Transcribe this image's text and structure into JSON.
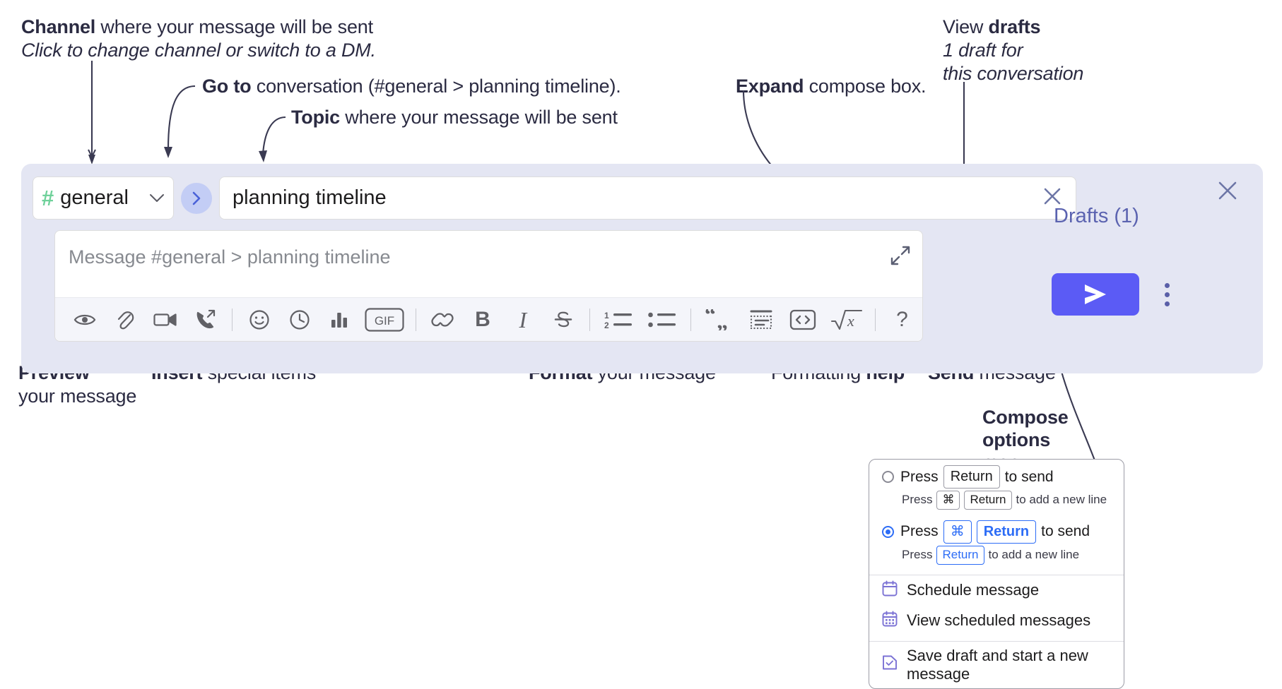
{
  "annotations": {
    "channel": {
      "bold": "Channel",
      "rest": " where your message will be sent",
      "sub": "Click to change channel or switch to a DM."
    },
    "goto": {
      "bold": "Go to",
      "rest": " conversation (#general > planning timeline)."
    },
    "topic": {
      "bold": "Topic",
      "rest": " where your message will be sent"
    },
    "expand": {
      "bold": "Expand",
      "rest": " compose box."
    },
    "drafts": {
      "pre": "View ",
      "bold": "drafts",
      "sub1": "1 draft for",
      "sub2": "this conversation"
    },
    "preview": {
      "bold": "Preview",
      "sub": "your message"
    },
    "insert": {
      "bold": "Insert",
      "rest": " special items"
    },
    "format": {
      "bold": "Format",
      "rest": " your message"
    },
    "help": {
      "pre": "Formatting ",
      "bold": "help"
    },
    "send": {
      "bold": "Send",
      "rest": " message"
    },
    "compose_options": {
      "bold1": "Compose",
      "bold2": "options",
      "rest": "menu"
    }
  },
  "composer": {
    "channel": {
      "hash": "#",
      "name": "general",
      "chevron": "⌄"
    },
    "goto_button": {
      "glyph": "›",
      "name": "go-to-conversation"
    },
    "topic": {
      "value": "planning timeline",
      "clear": "✕"
    },
    "message": {
      "placeholder": "Message #general > planning timeline"
    },
    "panel_close": "✕",
    "drafts_label": "Drafts (1)",
    "toolbar": [
      {
        "name": "preview-icon",
        "label": "Preview"
      },
      {
        "name": "attachment-icon",
        "label": "Attach file"
      },
      {
        "name": "video-icon",
        "label": "Record video clip"
      },
      {
        "name": "audio-call-icon",
        "label": "Record audio clip"
      },
      {
        "name": "separator",
        "label": ""
      },
      {
        "name": "emoji-icon",
        "label": "Emoji"
      },
      {
        "name": "clock-icon",
        "label": "Reminder"
      },
      {
        "name": "poll-icon",
        "label": "Poll"
      },
      {
        "name": "gif-icon",
        "label": "GIF"
      },
      {
        "name": "separator",
        "label": ""
      },
      {
        "name": "link-icon",
        "label": "Link"
      },
      {
        "name": "bold-icon",
        "label": "B"
      },
      {
        "name": "italic-icon",
        "label": "I"
      },
      {
        "name": "strikethrough-icon",
        "label": "S"
      },
      {
        "name": "separator",
        "label": ""
      },
      {
        "name": "ordered-list-icon",
        "label": "Ordered list"
      },
      {
        "name": "bulleted-list-icon",
        "label": "Bulleted list"
      },
      {
        "name": "separator",
        "label": ""
      },
      {
        "name": "blockquote-icon",
        "label": "Blockquote"
      },
      {
        "name": "code-block-icon",
        "label": "Code block"
      },
      {
        "name": "code-icon",
        "label": "Code"
      },
      {
        "name": "math-icon",
        "label": "Math"
      },
      {
        "name": "separator",
        "label": ""
      },
      {
        "name": "help-icon",
        "label": "?"
      }
    ]
  },
  "options_menu": {
    "option1": {
      "press": "Press",
      "key": "Return",
      "to_send": "to send",
      "sub_press": "Press",
      "sub_key1": "⌘",
      "sub_key2": "Return",
      "sub_rest": "to add a new line",
      "selected": false
    },
    "option2": {
      "press": "Press",
      "key1": "⌘",
      "key2": "Return",
      "to_send": "to send",
      "sub_press": "Press",
      "sub_key": "Return",
      "sub_rest": "to add a new line",
      "selected": true
    },
    "items": [
      {
        "icon": "calendar-schedule-icon",
        "label": "Schedule message"
      },
      {
        "icon": "calendar-grid-icon",
        "label": "View scheduled messages"
      },
      {
        "icon": "save-draft-icon",
        "label": "Save draft and start a new message"
      }
    ]
  },
  "colors": {
    "panel_bg": "#e4e6f3",
    "send_button": "#5b5bf5",
    "accent_blue": "#2d6df6",
    "drafts_text": "#5b63b0",
    "hash_green": "#6fd19a",
    "goto_circle": "#c3cdf5",
    "icon_gray": "#616166",
    "text_dark": "#2b2b42"
  }
}
